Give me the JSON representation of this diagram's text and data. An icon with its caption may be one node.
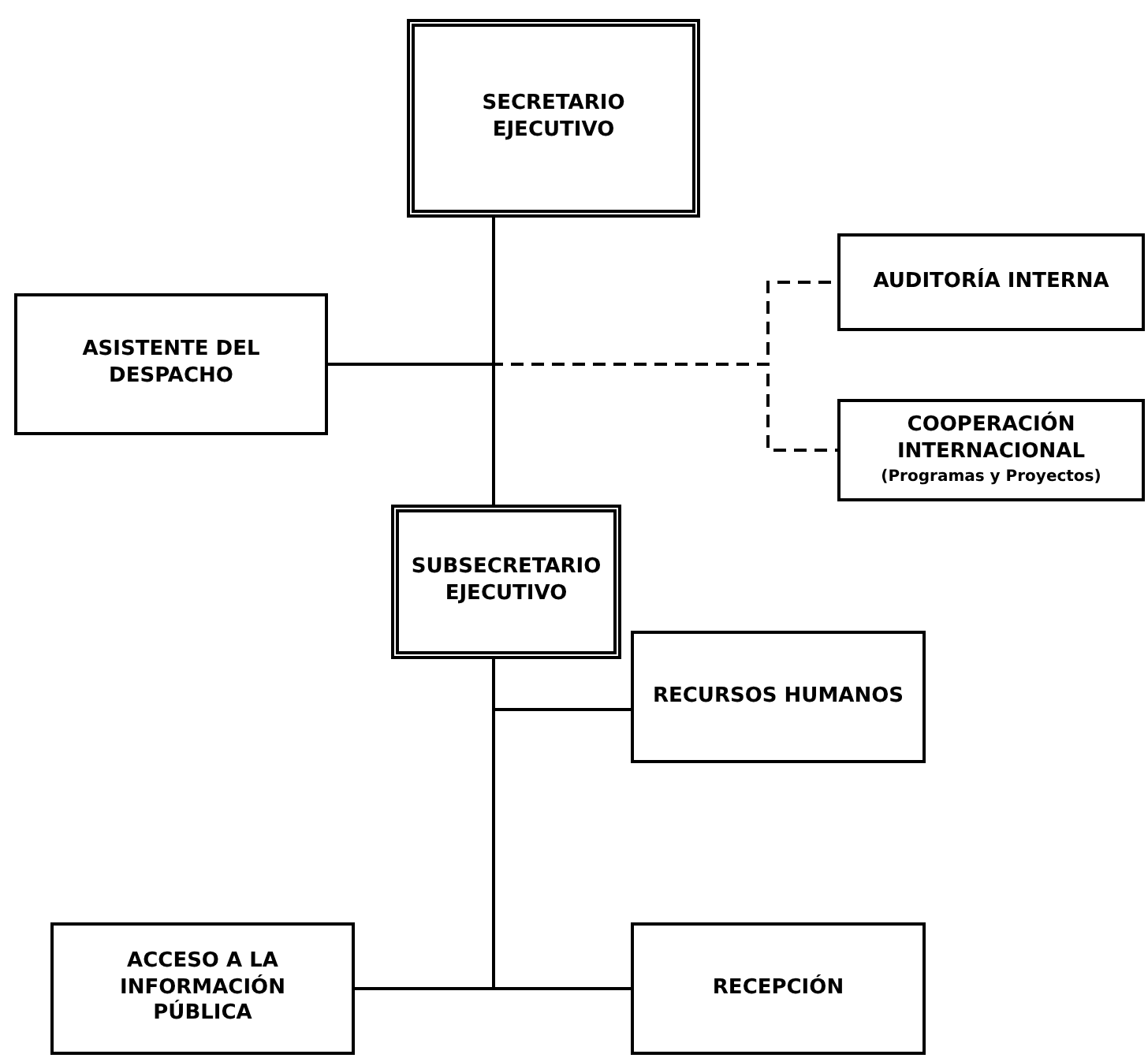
{
  "diagram": {
    "nodes": [
      {
        "text": [
          "SECRETARIO EJECUTIVO"
        ]
      },
      {
        "text": [
          "AUDITORÍA INTERNA"
        ]
      },
      {
        "text": [
          "ASISTENTE DEL DESPACHO"
        ]
      },
      {
        "text": [
          "COOPERACIÓN INTERNACIONAL",
          "(Programas y Proyectos)"
        ]
      },
      {
        "text": [
          "SUBSECRETARIO EJECUTIVO"
        ]
      },
      {
        "text": [
          "RECURSOS HUMANOS"
        ]
      },
      {
        "text": [
          "ACCESO A LA INFORMACIÓN PÚBLICA"
        ]
      },
      {
        "text": [
          "RECEPCIÓN"
        ]
      }
    ],
    "edges": [
      {
        "from": 0,
        "to": 4,
        "arrow": "none"
      },
      {
        "from": 0,
        "to": 2,
        "arrow": "none"
      },
      {
        "from": 0,
        "to": 1,
        "arrow": "none",
        "style": "dashed"
      },
      {
        "from": 0,
        "to": 3,
        "arrow": "none",
        "style": "dashed"
      },
      {
        "from": 4,
        "to": 5,
        "arrow": "none"
      },
      {
        "from": 4,
        "to": 6,
        "arrow": "none"
      },
      {
        "from": 4,
        "to": 7,
        "arrow": "none"
      }
    ]
  }
}
